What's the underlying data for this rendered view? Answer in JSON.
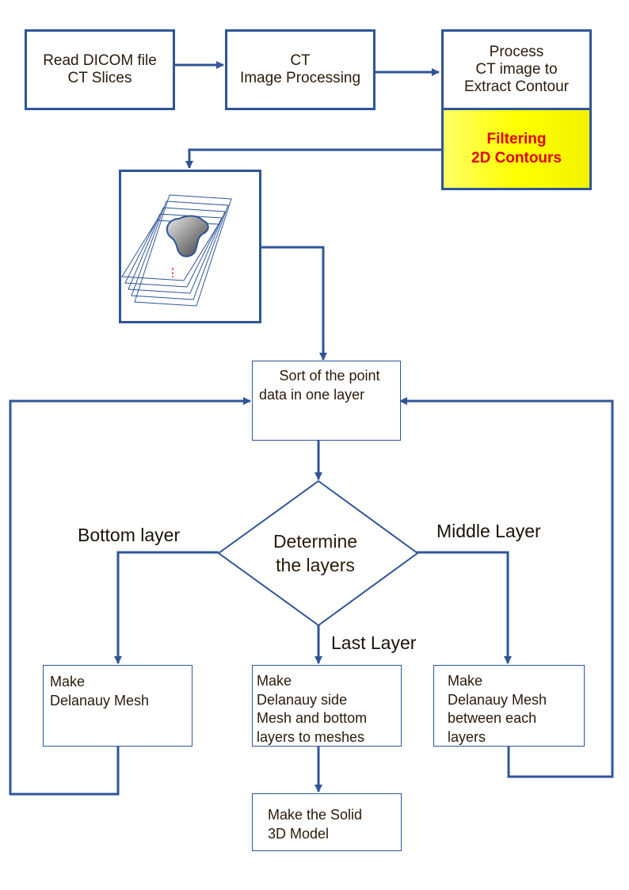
{
  "colors": {
    "line": "#2f5597",
    "highlight_text": "#e00000",
    "highlight_fill": "#ffff00"
  },
  "nodes": {
    "read_dicom": {
      "lines": [
        "Read DICOM file",
        "CT Slices"
      ]
    },
    "ct_processing": {
      "lines": [
        "CT",
        "Image Processing"
      ]
    },
    "process_ct": {
      "lines": [
        "Process",
        "CT image to",
        "Extract Contour"
      ]
    },
    "filtering": {
      "lines": [
        "Filtering",
        "2D Contours"
      ]
    },
    "sort_points": {
      "lines": [
        "Sort of the point",
        "data in one layer"
      ]
    },
    "determine_layers": {
      "lines": [
        "Determine",
        "the layers"
      ]
    },
    "mesh_bottom": {
      "lines": [
        "Make",
        "Delanauy Mesh"
      ]
    },
    "mesh_last": {
      "lines": [
        "Make",
        "Delanauy side",
        "Mesh and bottom",
        "layers to meshes"
      ]
    },
    "mesh_middle": {
      "lines": [
        "Make",
        "Delanauy Mesh",
        "between each",
        "layers"
      ]
    },
    "solid_model": {
      "lines": [
        "Make the Solid",
        "3D Model"
      ]
    }
  },
  "edge_labels": {
    "bottom": "Bottom layer",
    "middle": "Middle Layer",
    "last": "Last Layer"
  }
}
